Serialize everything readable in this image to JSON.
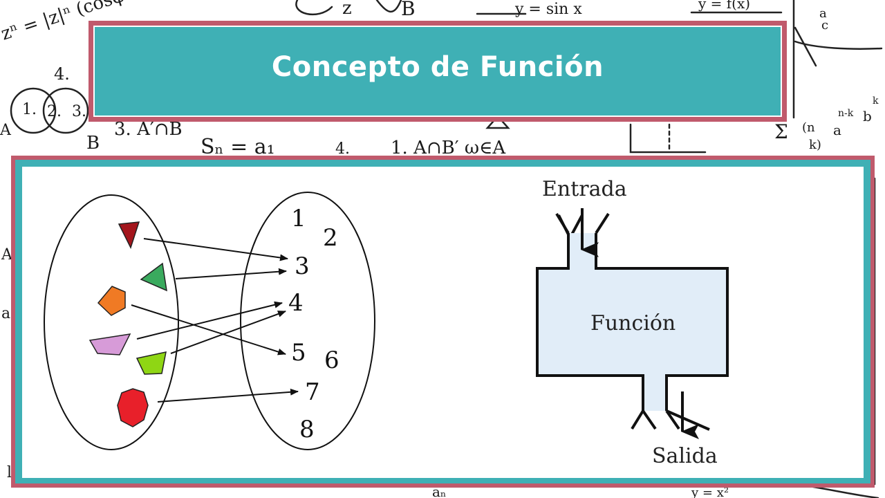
{
  "title": "Concepto de Función",
  "diagram": {
    "codomain_numbers": [
      "1",
      "2",
      "3",
      "4",
      "5",
      "6",
      "7",
      "8"
    ],
    "machine": {
      "input_label": "Entrada",
      "body_label": "Función",
      "output_label": "Salida"
    },
    "shape_colors": {
      "dark_red_triangle": "#a3151c",
      "green_triangle": "#3aaa5e",
      "orange_pentagon": "#f07a24",
      "pink_parallelogram": "#d79bd8",
      "lime_square": "#8fd614",
      "red_heptagon": "#e8202a"
    },
    "machine_fill": "#e1edf8"
  },
  "colors": {
    "outer_border": "#c05a6c",
    "teal": "#3fb0b5"
  }
}
